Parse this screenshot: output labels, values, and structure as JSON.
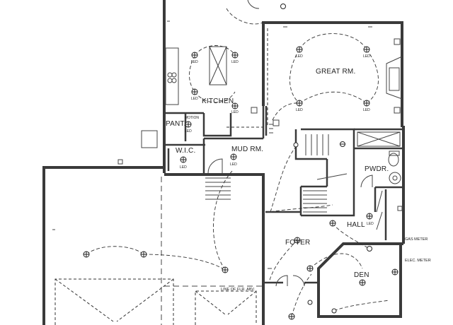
{
  "rooms": {
    "great_room": "GREAT RM.",
    "kitchen": "KITCHEN",
    "pantry": "PANT.",
    "wic": "W.I.C.",
    "mud_room": "MUD RM.",
    "powder": "PWDR.",
    "hall": "HALL",
    "foyer": "FOYER",
    "den": "DEN"
  },
  "labels": {
    "led": "LED",
    "motion": "MOTION",
    "gas_meter": "GAS METER",
    "elec_meter": "ELEC. METER",
    "line_of_flr_abv": "LINE OF FLR. ABV."
  }
}
